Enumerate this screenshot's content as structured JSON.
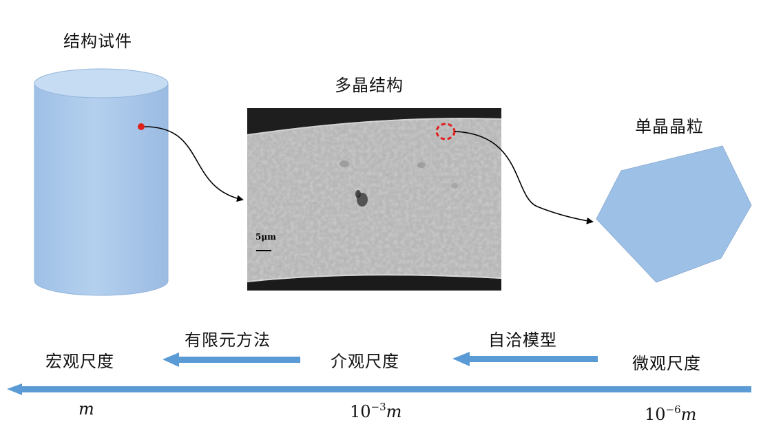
{
  "labels": {
    "specimen": "结构试件",
    "polycrystal": "多晶结构",
    "single_grain": "单晶晶粒",
    "macro_scale": "宏观尺度",
    "meso_scale": "介观尺度",
    "micro_scale": "微观尺度",
    "method_fem": "有限元方法",
    "method_self_consistent": "自洽模型",
    "scalebar": "5μm"
  },
  "scales": {
    "macro": {
      "base": "m",
      "exp": ""
    },
    "meso": {
      "base": "m",
      "prefix": "10",
      "exp": "−3"
    },
    "micro": {
      "base": "m",
      "prefix": "10",
      "exp": "−6"
    }
  },
  "colors": {
    "shape_fill": "#a8c8ea",
    "shape_top": "#c6dcf2",
    "shape_stroke": "#8fb0d6",
    "arrow_blue": "#5b9bd5",
    "marker_red": "#e0201c"
  }
}
